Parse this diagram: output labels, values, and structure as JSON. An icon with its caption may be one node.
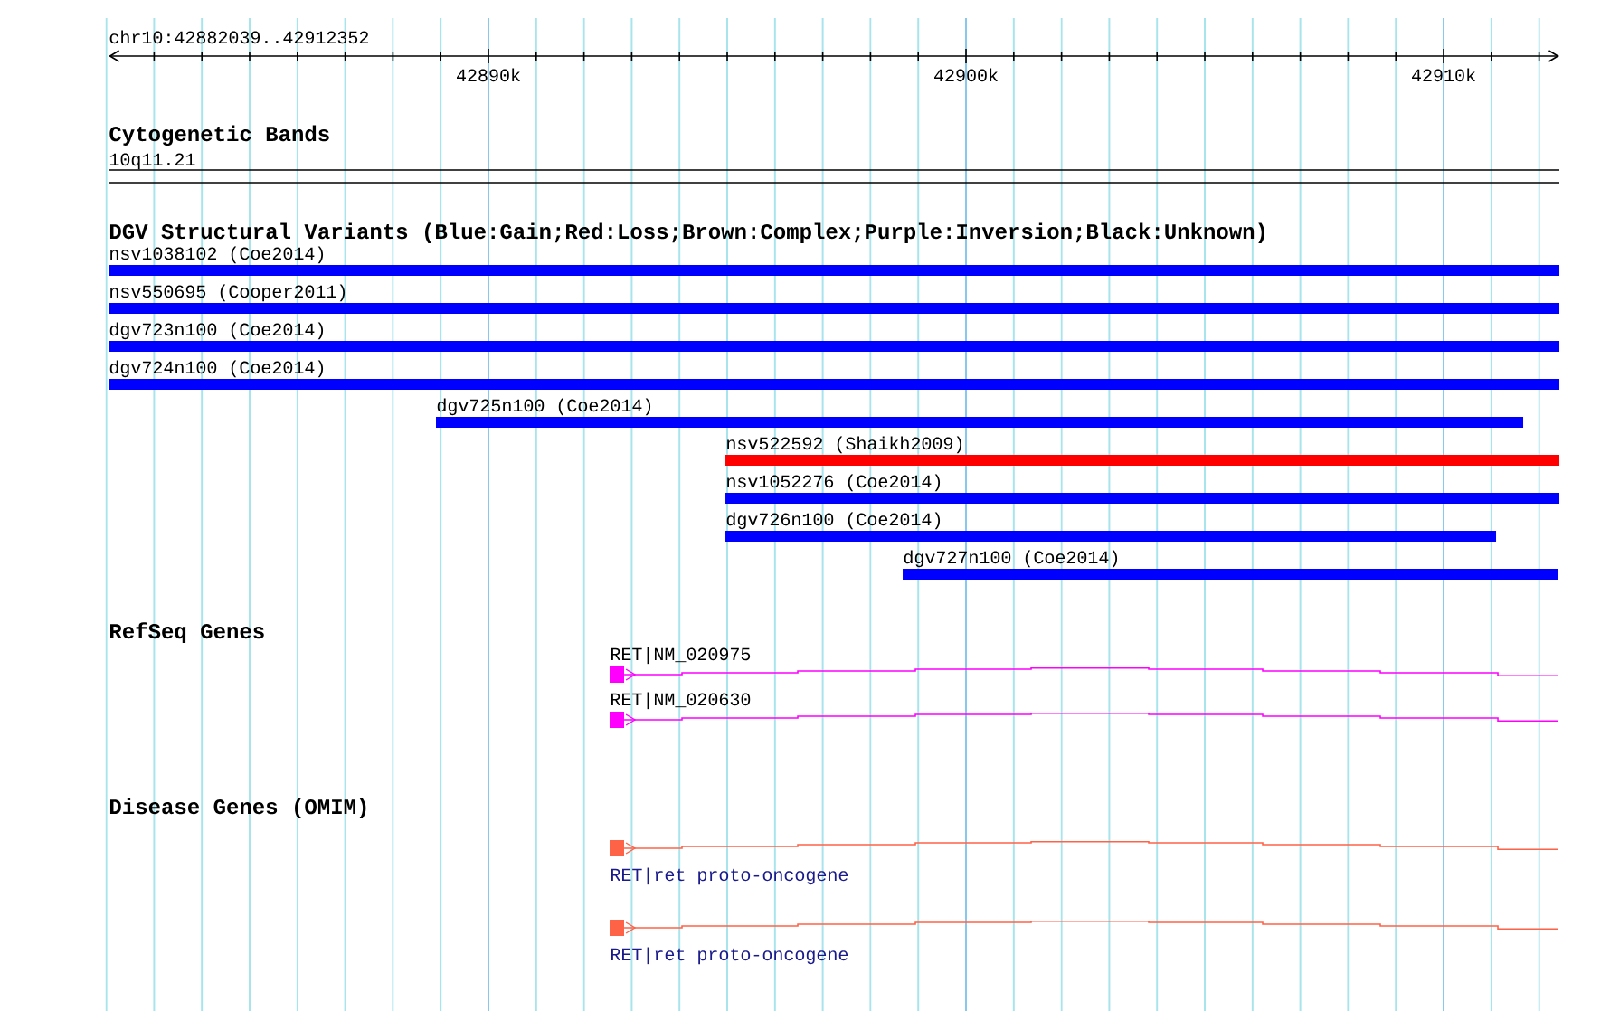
{
  "diagram": {
    "nodes": [
      {
        "text": [
          "10q11.21"
        ]
      },
      {
        "text": [
          "nsv1038102 (Coe2014)"
        ]
      },
      {
        "text": [
          "nsv550695 (Cooper2011)"
        ]
      },
      {
        "text": [
          "dgv723n100 (Coe2014)"
        ]
      },
      {
        "text": [
          "dgv724n100 (Coe2014)"
        ]
      },
      {
        "text": [
          "dgv725n100 (Coe2014)"
        ]
      },
      {
        "text": [
          "nsv522592 (Shaikh2009)"
        ]
      },
      {
        "text": [
          "nsv1052276 (Coe2014)"
        ]
      },
      {
        "text": [
          "dgv726n100 (Coe2014)"
        ]
      },
      {
        "text": [
          "dgv727n100 (Coe2014)"
        ]
      },
      {
        "text": [
          "RET|NM_020975"
        ]
      },
      {
        "text": [
          "RET|NM_020630"
        ]
      },
      {
        "text": [
          "RET|ret proto-oncogene"
        ]
      },
      {
        "text": [
          "RET|ret proto-oncogene"
        ]
      }
    ],
    "labels": [
      "chr10:42882039..42912352",
      "42890k",
      "42900k",
      "42910k",
      "Cytogenetic Bands",
      "DGV Structural Variants (Blue:Gain;Red:Loss;Brown:Complex;Purple:Inversion;Black:Unknown)",
      "RefSeq Genes",
      "Disease Genes (OMIM)"
    ]
  }
}
